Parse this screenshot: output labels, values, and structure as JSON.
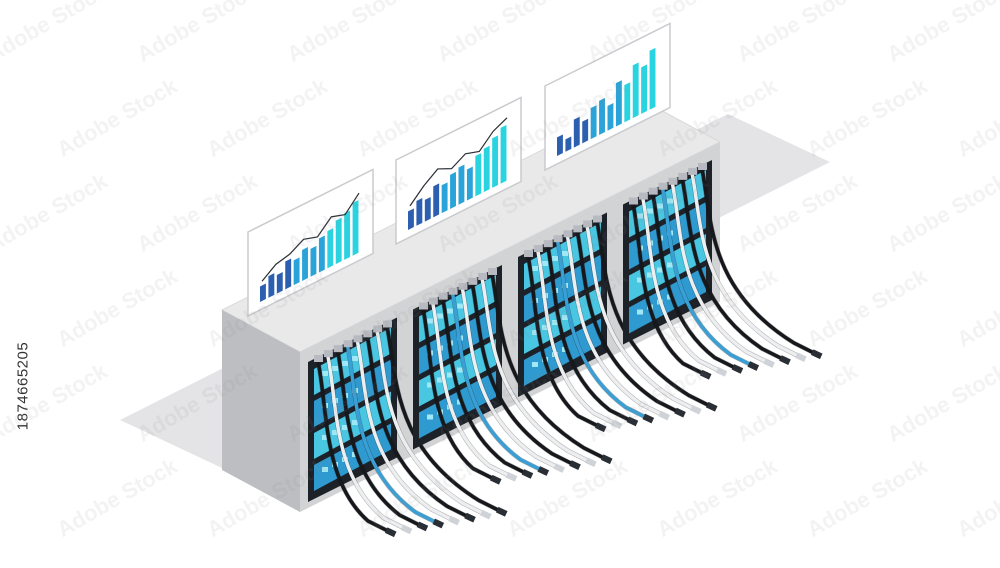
{
  "image": {
    "description_free": true,
    "stock_id": "1874665205",
    "watermark_text": "Adobe Stock"
  },
  "colors": {
    "rack_top": "#e9e9ea",
    "rack_front": "#d2d3d5",
    "rack_side": "#bcbec1",
    "rack_inner": "#1d2229",
    "server_blue": "#2f9ad0",
    "server_cyan": "#49c6e2",
    "cable_black": "#16181c",
    "cable_white": "#eceef0",
    "cable_blue": "#3a9fd4",
    "board_bg": "#ffffff",
    "chart_dark": "#2c5fb0",
    "chart_cyan": "#2ad3e0",
    "shadow": "#e4e4e6"
  },
  "boards": [
    {
      "bars": [
        0.25,
        0.35,
        0.3,
        0.45,
        0.4,
        0.5,
        0.45,
        0.55,
        0.6,
        0.7,
        0.75,
        0.85
      ],
      "line": [
        0.3,
        0.45,
        0.5,
        0.62,
        0.55,
        0.75,
        0.68,
        0.9
      ]
    },
    {
      "bars": [
        0.3,
        0.4,
        0.35,
        0.5,
        0.45,
        0.55,
        0.6,
        0.5,
        0.65,
        0.7,
        0.8,
        0.9
      ],
      "line": [
        0.35,
        0.55,
        0.7,
        0.6,
        0.72,
        0.65,
        0.85,
        0.95
      ]
    },
    {
      "bars": [
        0.3,
        0.2,
        0.45,
        0.35,
        0.5,
        0.55,
        0.4,
        0.7,
        0.6,
        0.85,
        0.75,
        0.95
      ],
      "line": []
    }
  ],
  "racks": 4
}
